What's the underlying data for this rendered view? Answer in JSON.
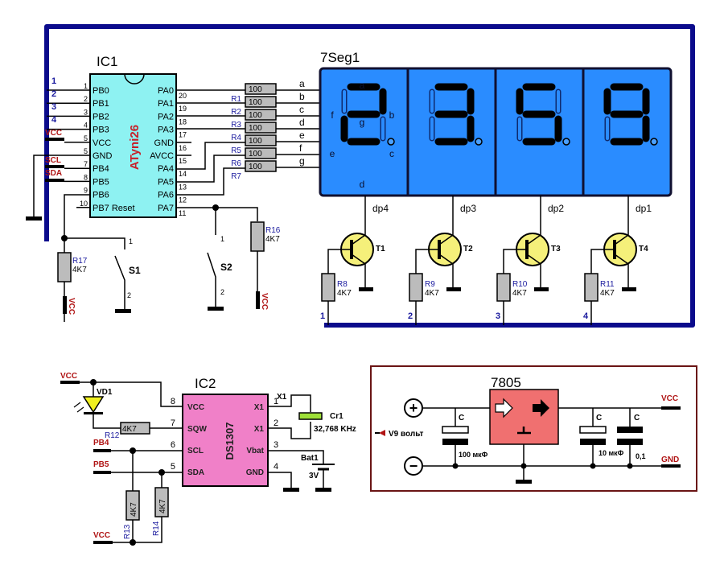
{
  "ic1": {
    "ref": "IC1",
    "part": "ATyni26",
    "left_pins": [
      {
        "num": "1",
        "name": "PB0"
      },
      {
        "num": "2",
        "name": "PB1"
      },
      {
        "num": "3",
        "name": "PB2"
      },
      {
        "num": "4",
        "name": "PB3"
      },
      {
        "num": "5",
        "name": "VCC"
      },
      {
        "num": "5",
        "name": "GND"
      },
      {
        "num": "7",
        "name": "PB4"
      },
      {
        "num": "8",
        "name": "PB5"
      },
      {
        "num": "9",
        "name": "PB6"
      },
      {
        "num": "10",
        "name": "PB7 Reset"
      }
    ],
    "right_pins": [
      {
        "num": "20",
        "name": "PA0"
      },
      {
        "num": "19",
        "name": "PA1"
      },
      {
        "num": "18",
        "name": "PA2"
      },
      {
        "num": "17",
        "name": "PA3"
      },
      {
        "num": "16",
        "name": "GND"
      },
      {
        "num": "15",
        "name": "AVCC"
      },
      {
        "num": "14",
        "name": "PA4"
      },
      {
        "num": "13",
        "name": "PA5"
      },
      {
        "num": "12",
        "name": "PA6"
      },
      {
        "num": "11",
        "name": "PA7"
      }
    ],
    "bus_labels": [
      "1",
      "2",
      "3",
      "4"
    ],
    "net_labels": {
      "vcc": "VCC",
      "scl": "SCL",
      "sda": "SDA"
    }
  },
  "segment_resistors": [
    {
      "ref": "R1",
      "value": "100",
      "segment": "a"
    },
    {
      "ref": "R2",
      "value": "100",
      "segment": "b"
    },
    {
      "ref": "R3",
      "value": "100",
      "segment": "c"
    },
    {
      "ref": "R4",
      "value": "100",
      "segment": "d"
    },
    {
      "ref": "R5",
      "value": "100",
      "segment": "e"
    },
    {
      "ref": "R6",
      "value": "100",
      "segment": "f"
    },
    {
      "ref": "R7",
      "value": "100",
      "segment": "g"
    }
  ],
  "display": {
    "ref": "7Seg1",
    "segment_labels": {
      "a": "a",
      "b": "b",
      "c": "c",
      "d": "d",
      "e": "e",
      "f": "f",
      "g": "g"
    },
    "digits": [
      {
        "shown": "2",
        "lit": [
          "a",
          "b",
          "g",
          "e",
          "d"
        ]
      },
      {
        "shown": "3",
        "lit": [
          "a",
          "b",
          "g",
          "c",
          "d"
        ]
      },
      {
        "shown": "5",
        "lit": [
          "a",
          "f",
          "g",
          "c",
          "d"
        ]
      },
      {
        "shown": "9",
        "lit": [
          "a",
          "b",
          "f",
          "g",
          "c",
          "d"
        ]
      }
    ],
    "colors": {
      "body": "#2a8cff",
      "lit": "#000000",
      "border": "#101030"
    }
  },
  "drivers": [
    {
      "dp": "dp4",
      "transistor": "T1",
      "resistor": "R8",
      "value": "4K7",
      "bus": "1"
    },
    {
      "dp": "dp3",
      "transistor": "T2",
      "resistor": "R9",
      "value": "4K7",
      "bus": "2"
    },
    {
      "dp": "dp2",
      "transistor": "T3",
      "resistor": "R10",
      "value": "4K7",
      "bus": "3"
    },
    {
      "dp": "dp1",
      "transistor": "T4",
      "resistor": "R11",
      "value": "4K7",
      "bus": "4"
    }
  ],
  "buttons": {
    "s1": {
      "ref": "S1",
      "pin1": "1",
      "pin2": "2"
    },
    "s2": {
      "ref": "S2",
      "pin1": "1",
      "pin2": "2"
    },
    "r17": {
      "ref": "R17",
      "value": "4K7",
      "net": "VCC"
    },
    "r16": {
      "ref": "R16",
      "value": "4K7",
      "net": "VCC"
    }
  },
  "rtc": {
    "ref": "IC2",
    "part": "DS1307",
    "left_pins": [
      {
        "num": "8",
        "name": "VCC"
      },
      {
        "num": "7",
        "name": "SQW"
      },
      {
        "num": "6",
        "name": "SCL"
      },
      {
        "num": "5",
        "name": "SDA"
      }
    ],
    "right_pins": [
      {
        "num": "1",
        "name": "X1"
      },
      {
        "num": "2",
        "name": "X1"
      },
      {
        "num": "3",
        "name": "Vbat"
      },
      {
        "num": "4",
        "name": "GND"
      }
    ],
    "x1_label": "X1",
    "crystal": {
      "ref": "Cr1",
      "value": "32,768 KHz"
    },
    "battery": {
      "ref": "Bat1",
      "value": "3V"
    },
    "led": {
      "ref": "VD1"
    },
    "r12": {
      "ref": "R12",
      "value": "4K7"
    },
    "r13": {
      "ref": "R13",
      "value": "4K7"
    },
    "r14": {
      "ref": "R14",
      "value": "4K7"
    },
    "nets": {
      "vcc_top": "VCC",
      "pb4": "PB4",
      "pb5": "PB5",
      "vcc_bottom": "VCC"
    }
  },
  "regulator": {
    "ref": "7805",
    "input_label": "V9 вольт",
    "plus": "+",
    "minus": "−",
    "c_in": {
      "label": "C",
      "value": "100 мкФ"
    },
    "c_out1": {
      "label": "C",
      "value": "10 мкФ"
    },
    "c_out2": {
      "label": "C",
      "value": "0,1"
    },
    "vcc": "VCC",
    "gnd": "GND"
  }
}
